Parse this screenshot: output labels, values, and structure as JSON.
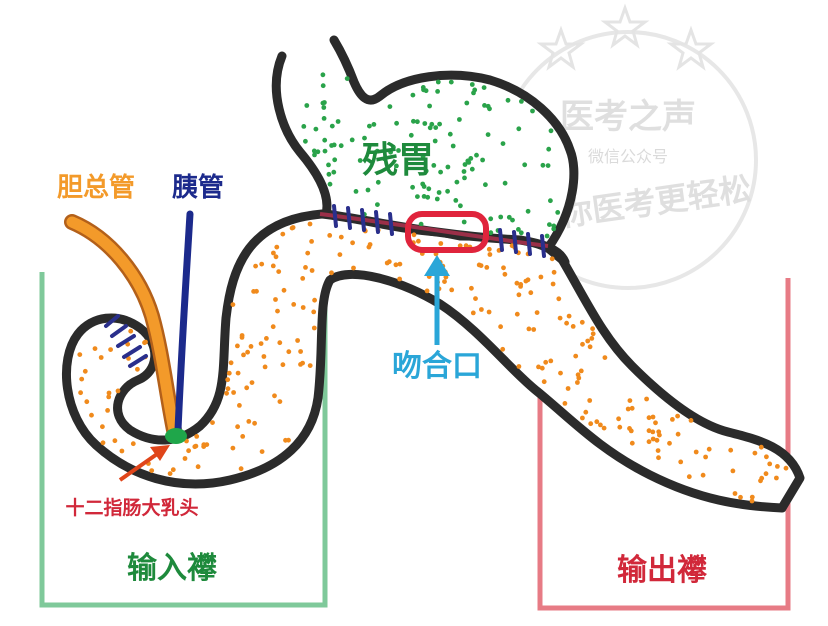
{
  "labels": {
    "stomach": "残胃",
    "anastomosis": "吻合口",
    "bile_duct": "胆总管",
    "pancreatic_duct": "胰管",
    "papilla": "十二指肠大乳头",
    "afferent_loop": "输入襻",
    "efferent_loop": "输出襻"
  },
  "watermark": {
    "title": "医考之声",
    "subtitle": "微信公众号",
    "slogan": "让你医考更轻松"
  },
  "colors": {
    "outline": "#2b2b2b",
    "stomach_label": "#1e8a3c",
    "stomach_dots": "#2aa34a",
    "intestine_dots": "#f08a1c",
    "bile_duct": "#f39a2a",
    "pancreatic_duct": "#1c2a8c",
    "anastomosis_ring": "#e0243c",
    "anastomosis_arrow": "#2aa6d8",
    "papilla_text": "#d1283a",
    "papilla_arrow": "#e0451a",
    "papilla_dot": "#1fa64a",
    "afferent_box": "#7fc99a",
    "afferent_text": "#1e8a3c",
    "efferent_box": "#e77b85",
    "efferent_text": "#d1283a",
    "watermark": "#c9c9c9"
  }
}
